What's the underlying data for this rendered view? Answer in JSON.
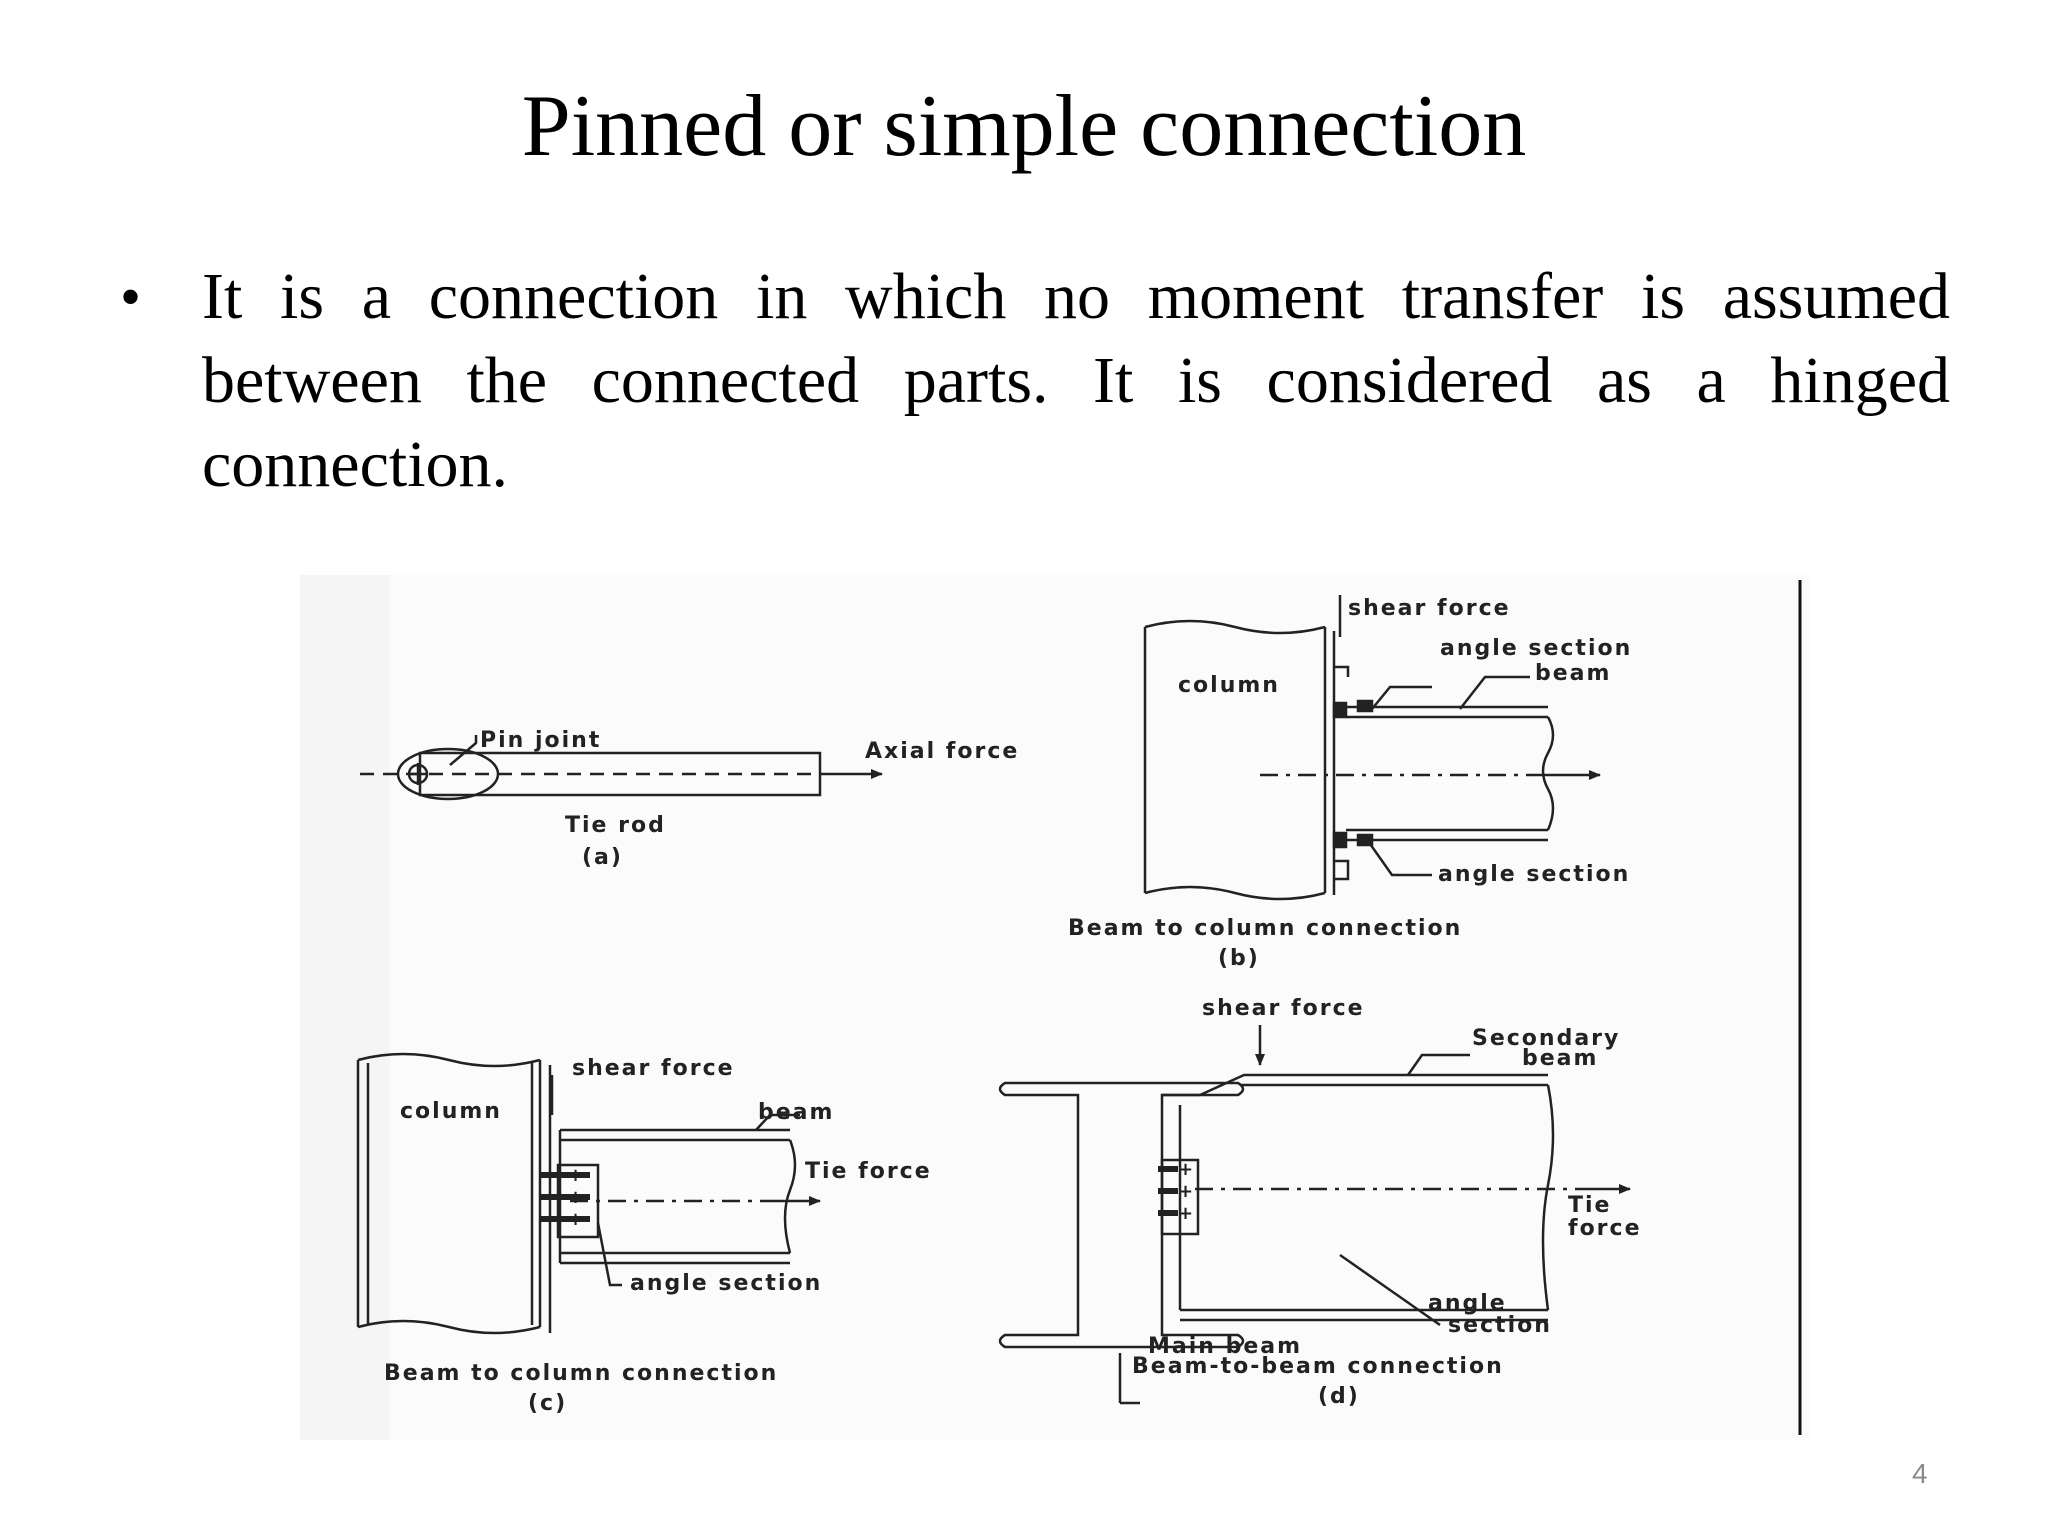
{
  "slide": {
    "title": "Pinned or simple connection",
    "bullet": "It is a connection in which no moment transfer is assumed between the connected parts. It is considered as a hinged connection.",
    "page_number": "4"
  },
  "figure": {
    "a": {
      "pin_joint": "Pin joint",
      "axial_force": "Axial force",
      "tie_rod": "Tie rod",
      "caption": "(a)"
    },
    "b": {
      "shear_force": "shear force",
      "angle_section_top": "angle section",
      "beam": "beam",
      "column": "column",
      "angle_section_bottom": "angle section",
      "caption_title": "Beam to column connection",
      "caption": "(b)"
    },
    "c": {
      "shear_force": "shear force",
      "column": "column",
      "beam": "beam",
      "tie_force": "Tie force",
      "angle_section": "angle section",
      "caption_title": "Beam to column connection",
      "caption": "(c)"
    },
    "d": {
      "shear_force": "shear force",
      "secondary_beam_1": "Secondary",
      "secondary_beam_2": "beam",
      "tie_force_1": "Tie",
      "tie_force_2": "force",
      "angle_section_1": "angle",
      "angle_section_2": "section",
      "main_beam": "Main beam",
      "caption_title": "Beam-to-beam connection",
      "caption": "(d)"
    }
  }
}
